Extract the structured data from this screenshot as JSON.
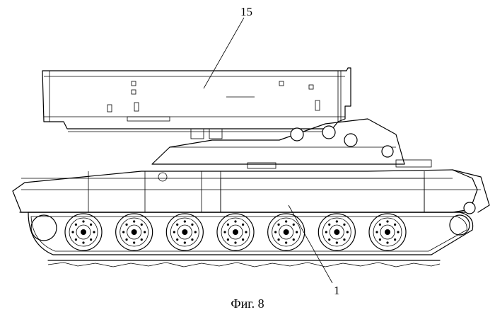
{
  "figure": {
    "caption": "Фиг. 8",
    "references": [
      {
        "id": "ref-15",
        "label": "15"
      },
      {
        "id": "ref-1",
        "label": "1"
      }
    ]
  },
  "road_wheel_count": 7
}
